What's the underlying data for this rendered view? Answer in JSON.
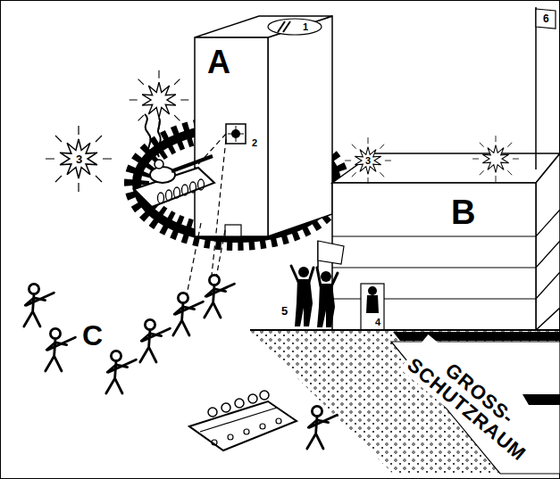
{
  "diagram": {
    "nodes": [
      {
        "text": [
          "A"
        ]
      },
      {
        "text": [
          "B"
        ]
      }
    ],
    "labels": [
      "1",
      "2",
      "3",
      "3",
      "6",
      "5",
      "4",
      "C",
      "GROSS- SCHUTZRAUM"
    ]
  }
}
